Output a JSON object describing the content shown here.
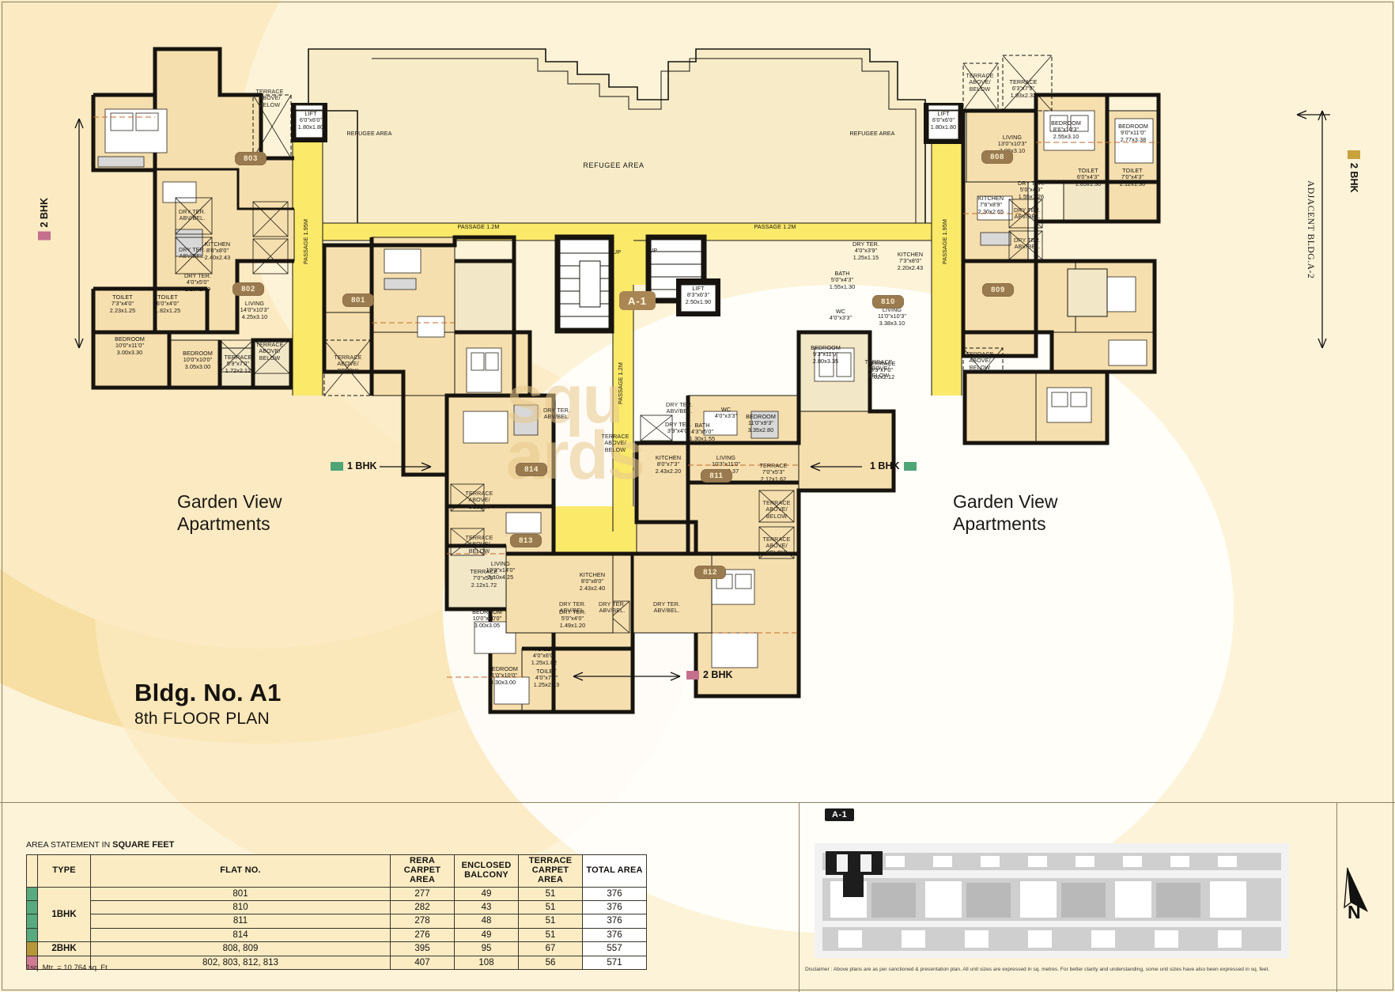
{
  "title_block": {
    "building": "Bldg. No. A1",
    "floor": "8th FLOOR PLAN"
  },
  "project_name_left": "Garden View\nApartments",
  "project_name_right": "Garden View\nApartments",
  "legend": {
    "one_bhk_label": "1 BHK",
    "one_bhk_color": "#4fa478",
    "two_bhk_left_label": "2 BHK",
    "two_bhk_left_color": "#c4708c",
    "two_bhk_right_label": "2 BHK",
    "two_bhk_right_color": "#c8a33c",
    "two_bhk_bottom_label": "2 BHK",
    "two_bhk_bottom_color": "#c4708c"
  },
  "adjacent_building_label": "ADJACENT BLDG.A-2",
  "plan": {
    "block_badge": "A-1",
    "refugee_area_left": "REFUGEE AREA",
    "refugee_area_center": "REFUGEE AREA",
    "refugee_area_right": "REFUGEE AREA",
    "passage_left_vert": "PASSAGE 1.95M",
    "passage_right_vert": "PASSAGE 1.95M",
    "passage_center_vert": "PASSAGE 1.2M",
    "passage_top_left": "PASSAGE 1.2M",
    "passage_top_right": "PASSAGE 1.2M",
    "up_label_1": "UP",
    "up_label_2": "UP",
    "lifts": [
      {
        "name": "LIFT",
        "ft": "6'0\"x6'0\"",
        "m": "1.80x1.80"
      },
      {
        "name": "LIFT",
        "ft": "6'0\"x6'0\"",
        "m": "1.80x1.80"
      },
      {
        "name": "LIFT",
        "ft": "8'3\"x6'3\"",
        "m": "2.50x1.90"
      }
    ],
    "flat_badges": [
      "801",
      "802",
      "803",
      "808",
      "809",
      "810",
      "811",
      "812",
      "813",
      "814"
    ],
    "rooms": [
      {
        "name": "KITCHEN",
        "ft": "8'0\"x8'0\"",
        "m": "2.40x2.43"
      },
      {
        "name": "TOILET",
        "ft": "7'3\"x4'0\"",
        "m": "2.23x1.25"
      },
      {
        "name": "TOILET",
        "ft": "6'0\"x4'0\"",
        "m": "1.82x1.25"
      },
      {
        "name": "DRY TER.",
        "ft": "4'0\"x5'0\"",
        "m": "1.20x1.49"
      },
      {
        "name": "BEDROOM",
        "ft": "10'0\"x11'0\"",
        "m": "3.00x3.30"
      },
      {
        "name": "BEDROOM",
        "ft": "10'0\"x10'0\"",
        "m": "3.05x3.00"
      },
      {
        "name": "TERRACE",
        "ft": "5'9\"x7'0\"",
        "m": "1.72x2.12"
      },
      {
        "name": "LIVING",
        "ft": "14'0\"x10'3\"",
        "m": "4.25x3.10"
      },
      {
        "name": "LIVING",
        "ft": "13'0\"x10'3\"",
        "m": "3.98x3.10"
      },
      {
        "name": "KITCHEN",
        "ft": "7'6\"x8'9\"",
        "m": "2.30x2.65"
      },
      {
        "name": "TERRACE",
        "ft": "6'3\"x7'9\"",
        "m": "1.93x2.33"
      },
      {
        "name": "BEDROOM",
        "ft": "8'6\"x10'3\"",
        "m": "2.55x3.10"
      },
      {
        "name": "BEDROOM",
        "ft": "9'0\"x11'0\"",
        "m": "2.77x3.38"
      },
      {
        "name": "TOILET",
        "ft": "6'0\"x4'3\"",
        "m": "1.85x1.30"
      },
      {
        "name": "TOILET",
        "ft": "7'0\"x4'3\"",
        "m": "2.12x1.30"
      },
      {
        "name": "DRY TER.",
        "ft": "5'0\"x4'3\"",
        "m": "1.55x1.26"
      },
      {
        "name": "KITCHEN",
        "ft": "7'3\"x8'0\"",
        "m": "2.20x2.43"
      },
      {
        "name": "DRY TER.",
        "ft": "4'0\"x3'9\"",
        "m": "1.25x1.15"
      },
      {
        "name": "BATH",
        "ft": "5'0\"x4'3\"",
        "m": "1.55x1.30"
      },
      {
        "name": "WC",
        "ft": "4'0\"x3'3\"",
        "m": "1.25x0.99"
      },
      {
        "name": "LIVING",
        "ft": "11'0\"x10'3\"",
        "m": "3.38x3.10"
      },
      {
        "name": "BEDROOM",
        "ft": "9'3\"x11'0\"",
        "m": "2.80x3.35"
      },
      {
        "name": "TERRACE",
        "ft": "5'3\"x7'0\"",
        "m": "1.62x2.12"
      },
      {
        "name": "BEDROOM",
        "ft": "11'0\"x9'3\"",
        "m": "3.35x2.80"
      },
      {
        "name": "BATH",
        "ft": "4'3\"x5'0\"",
        "m": "1.30x1.55"
      },
      {
        "name": "WC",
        "ft": "4'0\"x3'3\"",
        "m": "1.25x0.99"
      },
      {
        "name": "DRY TER.",
        "ft": "3'9\"x4'0\"",
        "m": "1.15x1.25"
      },
      {
        "name": "KITCHEN",
        "ft": "8'0\"x7'3\"",
        "m": "2.43x2.20"
      },
      {
        "name": "LIVING",
        "ft": "10'3\"x11'0\"",
        "m": "3.10x3.37"
      },
      {
        "name": "TERRACE",
        "ft": "7'0\"x5'3\"",
        "m": "2.12x1.62"
      },
      {
        "name": "LIVING",
        "ft": "10'3\"x14'0\"",
        "m": "3.10x4.25"
      },
      {
        "name": "TERRACE",
        "ft": "7'0\"x5'9\"",
        "m": "2.12x1.72"
      },
      {
        "name": "KITCHEN",
        "ft": "8'0\"x8'0\"",
        "m": "2.43x2.40"
      },
      {
        "name": "BEDROOM",
        "ft": "10'0\"x10'0\"",
        "m": "3.00x3.05"
      },
      {
        "name": "BEDROOM",
        "ft": "11'0\"x10'0\"",
        "m": "3.30x3.00"
      },
      {
        "name": "TOILET",
        "ft": "4'0\"x6'0\"",
        "m": "1.25x1.82"
      },
      {
        "name": "TOILET",
        "ft": "4'0\"x7'3\"",
        "m": "1.25x2.23"
      },
      {
        "name": "DRY TER.",
        "ft": "5'0\"x4'0\"",
        "m": "1.49x1.20"
      }
    ],
    "terrace_above_below_label": "TERRACE\nABOVE/\nBELOW",
    "dry_ter_above_below_label": "DRY TER.\nABV/BEL."
  },
  "area_statement": {
    "heading_prefix": "AREA STATEMENT IN ",
    "heading_strong": "SQUARE FEET",
    "columns": [
      "TYPE",
      "FLAT NO.",
      "RERA\nCARPET AREA",
      "ENCLOSED\nBALCONY",
      "TERRACE\nCARPET AREA",
      "TOTAL AREA"
    ],
    "col_type": "TYPE",
    "col_flat": "FLAT NO.",
    "col_rera": "RERA CARPET AREA",
    "col_balcony": "ENCLOSED BALCONY",
    "col_terrace": "TERRACE CARPET AREA",
    "col_total": "TOTAL AREA",
    "rows": [
      {
        "type": "1BHK",
        "swatch": "#57ab7e",
        "flat": "801",
        "rera": "277",
        "balcony": "49",
        "terrace": "51",
        "total": "376"
      },
      {
        "type": "",
        "swatch": "#57ab7e",
        "flat": "810",
        "rera": "282",
        "balcony": "43",
        "terrace": "51",
        "total": "376"
      },
      {
        "type": "",
        "swatch": "#57ab7e",
        "flat": "811",
        "rera": "278",
        "balcony": "48",
        "terrace": "51",
        "total": "376"
      },
      {
        "type": "",
        "swatch": "#57ab7e",
        "flat": "814",
        "rera": "276",
        "balcony": "49",
        "terrace": "51",
        "total": "376"
      },
      {
        "type": "2BHK",
        "swatch": "#b5973a",
        "flat": "808, 809",
        "rera": "395",
        "balcony": "95",
        "terrace": "67",
        "total": "557"
      },
      {
        "type": "",
        "swatch": "#cf7b94",
        "flat": "802, 803, 812, 813",
        "rera": "407",
        "balcony": "108",
        "terrace": "56",
        "total": "571"
      }
    ],
    "note": "1sq. Mtr. = 10.764 sq. Ft."
  },
  "key_plan": {
    "badge": "A-1"
  },
  "compass": {
    "north": "N"
  },
  "disclaimer": "Disclaimer : Above plans are as per sanctioned & presentation plan. All unit sizes are expressed in sq. metres. For better clarity and understanding, some unit sizes have also been expressed in sq. feet."
}
